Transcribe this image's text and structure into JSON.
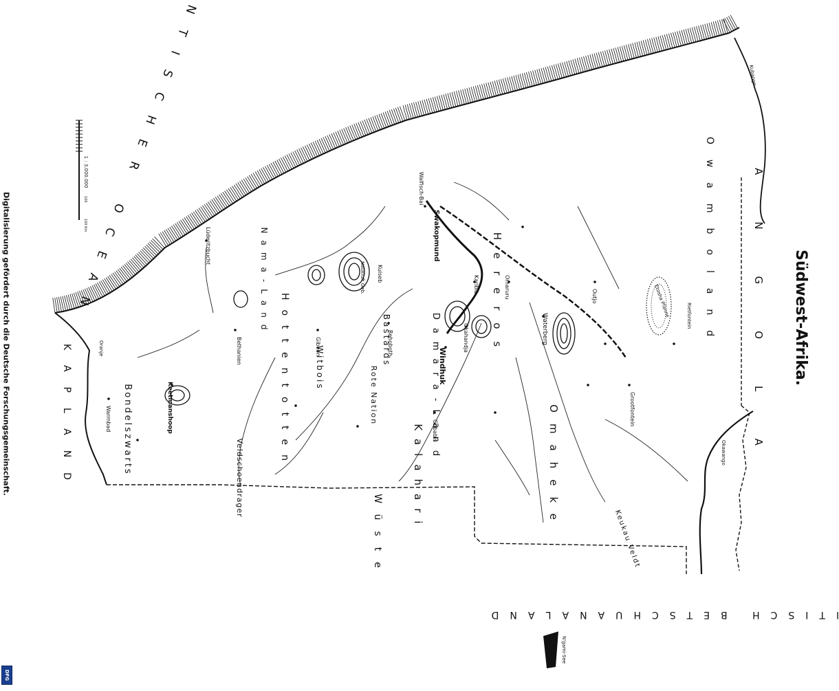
{
  "title": "Südwest-Afrika.",
  "footer": {
    "text": "Digitalisierung gefördert durch die Deutsche Forschungsgemeinschaft.",
    "logo": "DFG"
  },
  "colors": {
    "ink": "#111111",
    "paper": "#ffffff",
    "logo": "#1a3f8f"
  },
  "scale": {
    "label": "1 : 3.000.000",
    "start": "100",
    "end": "100 Km"
  },
  "regions": [
    {
      "id": "atlantic",
      "text": "ATLANTISCHER OCEAN"
    },
    {
      "id": "angola",
      "text": "ANGOLA"
    },
    {
      "id": "owamboland",
      "text": "Owamboland"
    },
    {
      "id": "hereros",
      "text": "Hereros"
    },
    {
      "id": "damara",
      "text": "Damara-Land"
    },
    {
      "id": "omaheke",
      "text": "Omaheke"
    },
    {
      "id": "kalahari",
      "text": "Kalahari"
    },
    {
      "id": "wueste",
      "text": "Wüste"
    },
    {
      "id": "british",
      "text": "BRITISCH BETSCHUANALAND"
    },
    {
      "id": "kapland",
      "text": "KAPLAND"
    },
    {
      "id": "bondelszwarts",
      "text": "Bondelszwarts"
    },
    {
      "id": "witbois",
      "text": "Witbois"
    },
    {
      "id": "bastards",
      "text": "Bastards"
    },
    {
      "id": "rotenation",
      "text": "Rote Nation"
    },
    {
      "id": "hottentotten",
      "text": "Hottentotten"
    },
    {
      "id": "veldschoendrager",
      "text": "Veldschoendrager"
    },
    {
      "id": "keukau",
      "text": "Keukau Veldt"
    },
    {
      "id": "namaland",
      "text": "Nama-Land"
    }
  ],
  "places": [
    {
      "id": "windhuk",
      "text": "Windhuk"
    },
    {
      "id": "swakopmund",
      "text": "Swakopmund"
    },
    {
      "id": "walfischbai",
      "text": "Walfisch-Bai"
    },
    {
      "id": "keetmanshoop",
      "text": "Keetmanshoop"
    },
    {
      "id": "waterberg",
      "text": "Waterberg"
    },
    {
      "id": "etosha",
      "text": "Etosha Pfanne"
    },
    {
      "id": "naukluft",
      "text": "Naukluft Geb."
    },
    {
      "id": "karibib",
      "text": "Karibib"
    },
    {
      "id": "okahandja",
      "text": "Okahandja"
    },
    {
      "id": "grootfontein",
      "text": "Grootfontein"
    },
    {
      "id": "outjo",
      "text": "Outjo"
    },
    {
      "id": "gobabis",
      "text": "Gobabis"
    },
    {
      "id": "rehoboth",
      "text": "Rehoboth"
    },
    {
      "id": "gibeon",
      "text": "Gibeon"
    },
    {
      "id": "bethanien",
      "text": "Bethanien"
    },
    {
      "id": "warmbad",
      "text": "Warmbad"
    },
    {
      "id": "luederitzbucht",
      "text": "Lüderitzbucht"
    },
    {
      "id": "kuiseb",
      "text": "Kuiseb"
    },
    {
      "id": "omaruru",
      "text": "Omaruru"
    },
    {
      "id": "ngamisee",
      "text": "N'gami-See"
    },
    {
      "id": "kubango",
      "text": "Kubango"
    },
    {
      "id": "okawango",
      "text": "Okawango"
    },
    {
      "id": "rietfontein",
      "text": "Rietfontein"
    },
    {
      "id": "oranje",
      "text": "Oranje"
    }
  ]
}
